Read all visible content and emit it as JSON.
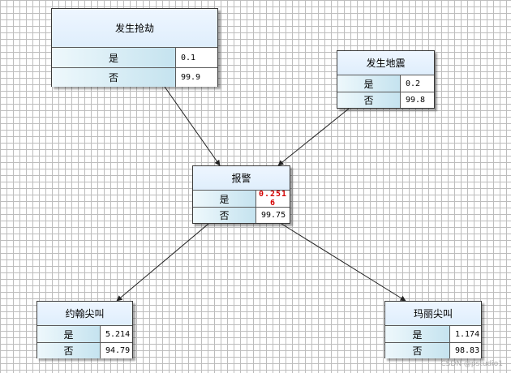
{
  "nodes": {
    "burglary": {
      "title": "发生抢劫",
      "states": [
        {
          "label": "是",
          "value": "0.1"
        },
        {
          "label": "否",
          "value": "99.9"
        }
      ]
    },
    "earthquake": {
      "title": "发生地震",
      "states": [
        {
          "label": "是",
          "value": "0.2"
        },
        {
          "label": "否",
          "value": "99.8"
        }
      ]
    },
    "alarm": {
      "title": "报警",
      "states": [
        {
          "label": "是",
          "value": "0.2516"
        },
        {
          "label": "否",
          "value": "99.75"
        }
      ]
    },
    "john": {
      "title": "约翰尖叫",
      "states": [
        {
          "label": "是",
          "value": "5.214"
        },
        {
          "label": "否",
          "value": "94.79"
        }
      ]
    },
    "mary": {
      "title": "玛丽尖叫",
      "states": [
        {
          "label": "是",
          "value": "1.174"
        },
        {
          "label": "否",
          "value": "98.83"
        }
      ]
    }
  },
  "edges": [
    {
      "from": "burglary",
      "to": "alarm"
    },
    {
      "from": "earthquake",
      "to": "alarm"
    },
    {
      "from": "alarm",
      "to": "john"
    },
    {
      "from": "alarm",
      "to": "mary"
    }
  ],
  "highlight_color": "#d40000",
  "watermark": "CSDN @pstudio1"
}
